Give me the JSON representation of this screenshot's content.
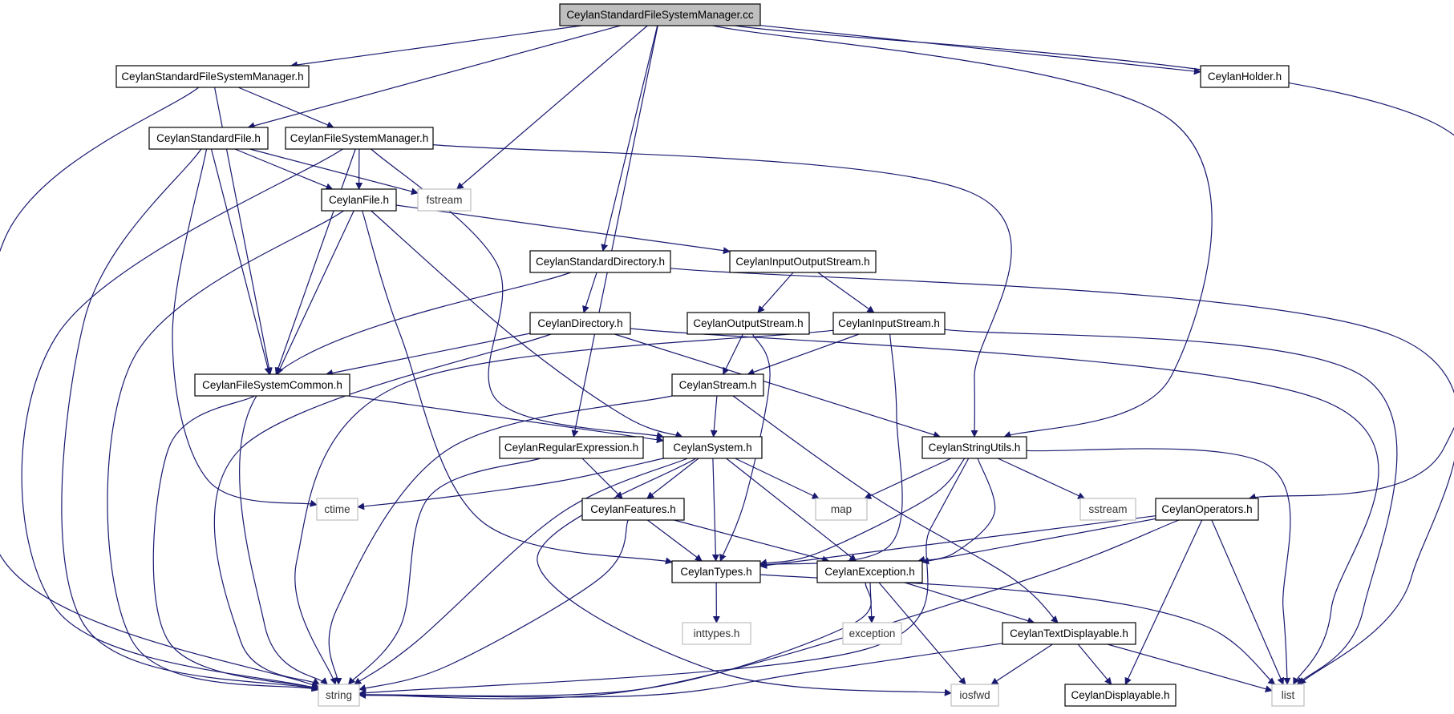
{
  "graph": {
    "colors": {
      "edge": "#191970",
      "node_border": "#000000",
      "system_border": "#bfbfbf",
      "root_fill": "#bfbfbf",
      "node_fill": "#ffffff"
    },
    "nodes": [
      {
        "id": "root",
        "label": "CeylanStandardFileSystemManager.cc",
        "kind": "root"
      },
      {
        "id": "sfsm_h",
        "label": "CeylanStandardFileSystemManager.h",
        "kind": "header"
      },
      {
        "id": "holder",
        "label": "CeylanHolder.h",
        "kind": "header"
      },
      {
        "id": "sfile",
        "label": "CeylanStandardFile.h",
        "kind": "header"
      },
      {
        "id": "fsm",
        "label": "CeylanFileSystemManager.h",
        "kind": "header"
      },
      {
        "id": "file",
        "label": "CeylanFile.h",
        "kind": "header"
      },
      {
        "id": "fstream",
        "label": "fstream",
        "kind": "system"
      },
      {
        "id": "sdir",
        "label": "CeylanStandardDirectory.h",
        "kind": "header"
      },
      {
        "id": "ios",
        "label": "CeylanInputOutputStream.h",
        "kind": "header"
      },
      {
        "id": "dir",
        "label": "CeylanDirectory.h",
        "kind": "header"
      },
      {
        "id": "ostream",
        "label": "CeylanOutputStream.h",
        "kind": "header"
      },
      {
        "id": "istream",
        "label": "CeylanInputStream.h",
        "kind": "header"
      },
      {
        "id": "fscommon",
        "label": "CeylanFileSystemCommon.h",
        "kind": "header"
      },
      {
        "id": "stream",
        "label": "CeylanStream.h",
        "kind": "header"
      },
      {
        "id": "regex",
        "label": "CeylanRegularExpression.h",
        "kind": "header"
      },
      {
        "id": "system",
        "label": "CeylanSystem.h",
        "kind": "header"
      },
      {
        "id": "strutils",
        "label": "CeylanStringUtils.h",
        "kind": "header"
      },
      {
        "id": "ctime",
        "label": "ctime",
        "kind": "system"
      },
      {
        "id": "features",
        "label": "CeylanFeatures.h",
        "kind": "header"
      },
      {
        "id": "map",
        "label": "map",
        "kind": "system"
      },
      {
        "id": "sstream",
        "label": "sstream",
        "kind": "system"
      },
      {
        "id": "operators",
        "label": "CeylanOperators.h",
        "kind": "header"
      },
      {
        "id": "types",
        "label": "CeylanTypes.h",
        "kind": "header"
      },
      {
        "id": "exception_h",
        "label": "CeylanException.h",
        "kind": "header"
      },
      {
        "id": "inttypes",
        "label": "inttypes.h",
        "kind": "system"
      },
      {
        "id": "exception",
        "label": "exception",
        "kind": "system"
      },
      {
        "id": "textdisp",
        "label": "CeylanTextDisplayable.h",
        "kind": "header"
      },
      {
        "id": "string",
        "label": "string",
        "kind": "system"
      },
      {
        "id": "iosfwd",
        "label": "iosfwd",
        "kind": "system"
      },
      {
        "id": "disp",
        "label": "CeylanDisplayable.h",
        "kind": "header"
      },
      {
        "id": "list",
        "label": "list",
        "kind": "system"
      }
    ],
    "edges": [
      [
        "root",
        "sfsm_h"
      ],
      [
        "root",
        "sfile"
      ],
      [
        "root",
        "fstream"
      ],
      [
        "root",
        "sdir"
      ],
      [
        "root",
        "regex"
      ],
      [
        "root",
        "strutils"
      ],
      [
        "root",
        "holder"
      ],
      [
        "root",
        "operators"
      ],
      [
        "sfsm_h",
        "string"
      ],
      [
        "sfsm_h",
        "fscommon"
      ],
      [
        "sfsm_h",
        "fsm"
      ],
      [
        "sfile",
        "file"
      ],
      [
        "sfile",
        "fstream"
      ],
      [
        "sfile",
        "fscommon"
      ],
      [
        "sfile",
        "ctime"
      ],
      [
        "sfile",
        "string"
      ],
      [
        "fsm",
        "file"
      ],
      [
        "fsm",
        "fscommon"
      ],
      [
        "fsm",
        "string"
      ],
      [
        "fsm",
        "system"
      ],
      [
        "fsm",
        "strutils"
      ],
      [
        "file",
        "fscommon"
      ],
      [
        "file",
        "ios"
      ],
      [
        "file",
        "system"
      ],
      [
        "file",
        "types"
      ],
      [
        "file",
        "string"
      ],
      [
        "sdir",
        "dir"
      ],
      [
        "sdir",
        "string"
      ],
      [
        "sdir",
        "list"
      ],
      [
        "ios",
        "ostream"
      ],
      [
        "ios",
        "istream"
      ],
      [
        "dir",
        "fscommon"
      ],
      [
        "dir",
        "strutils"
      ],
      [
        "dir",
        "string"
      ],
      [
        "dir",
        "list"
      ],
      [
        "ostream",
        "stream"
      ],
      [
        "ostream",
        "types"
      ],
      [
        "istream",
        "stream"
      ],
      [
        "istream",
        "types"
      ],
      [
        "istream",
        "list"
      ],
      [
        "istream",
        "string"
      ],
      [
        "fscommon",
        "system"
      ],
      [
        "fscommon",
        "string"
      ],
      [
        "stream",
        "system"
      ],
      [
        "stream",
        "textdisp"
      ],
      [
        "stream",
        "string"
      ],
      [
        "regex",
        "features"
      ],
      [
        "regex",
        "string"
      ],
      [
        "system",
        "features"
      ],
      [
        "system",
        "types"
      ],
      [
        "system",
        "exception_h"
      ],
      [
        "system",
        "map"
      ],
      [
        "system",
        "ctime"
      ],
      [
        "system",
        "string"
      ],
      [
        "system",
        "iosfwd"
      ],
      [
        "strutils",
        "map"
      ],
      [
        "strutils",
        "sstream"
      ],
      [
        "strutils",
        "types"
      ],
      [
        "strutils",
        "exception_h"
      ],
      [
        "strutils",
        "string"
      ],
      [
        "strutils",
        "list"
      ],
      [
        "features",
        "types"
      ],
      [
        "features",
        "exception_h"
      ],
      [
        "features",
        "string"
      ],
      [
        "operators",
        "types"
      ],
      [
        "operators",
        "exception_h"
      ],
      [
        "operators",
        "string"
      ],
      [
        "operators",
        "disp"
      ],
      [
        "operators",
        "list"
      ],
      [
        "types",
        "inttypes"
      ],
      [
        "types",
        "list"
      ],
      [
        "exception_h",
        "exception"
      ],
      [
        "exception_h",
        "textdisp"
      ],
      [
        "exception_h",
        "iosfwd"
      ],
      [
        "exception_h",
        "string"
      ],
      [
        "textdisp",
        "disp"
      ],
      [
        "textdisp",
        "string"
      ],
      [
        "textdisp",
        "iosfwd"
      ],
      [
        "textdisp",
        "list"
      ]
    ]
  }
}
